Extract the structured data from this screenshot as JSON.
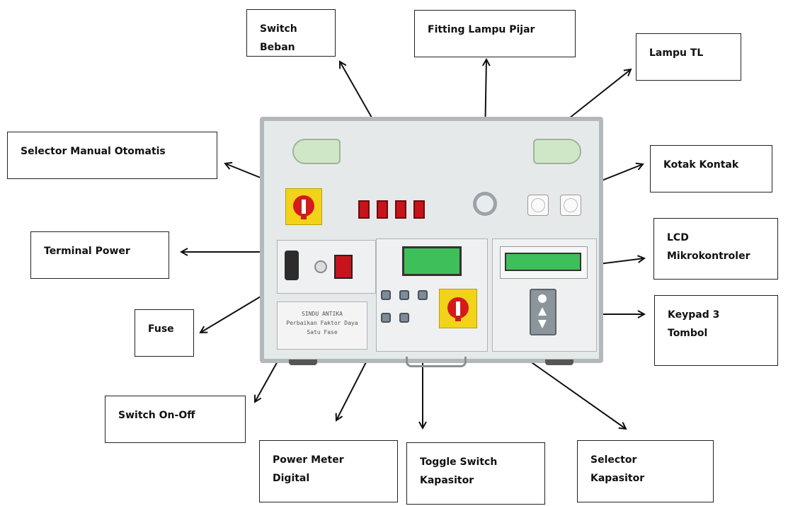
{
  "labels": {
    "switch_beban": "Switch Beban",
    "fitting_lampu_pijar": "Fitting Lampu Pijar",
    "lampu_tl": "Lampu TL",
    "selector_manual_otomatis": "Selector Manual Otomatis",
    "kotak_kontak": "Kotak Kontak",
    "terminal_power": "Terminal Power",
    "lcd_line1": "LCD",
    "lcd_line2": "Mikrokontroler",
    "fuse": "Fuse",
    "keypad_line1": "Keypad 3",
    "keypad_line2": "Tombol",
    "switch_on_off": "Switch On-Off",
    "power_meter_line1": "Power Meter",
    "power_meter_line2": "Digital",
    "toggle_line1": "Toggle Switch",
    "toggle_line2": "Kapasitor",
    "selector_kap_line1": "Selector",
    "selector_kap_line2": "Kapasitor"
  },
  "panel": {
    "nameplate_line1": "SINDU ANTIKA",
    "nameplate_line2": "Perbaikan Faktor Daya",
    "nameplate_line3": "Satu Fase"
  },
  "colors": {
    "lcd_green": "#3fbf5a",
    "selector_yellow": "#f3d21a",
    "switch_red": "#c7131b",
    "lamp_green": "#cfe7c7"
  }
}
